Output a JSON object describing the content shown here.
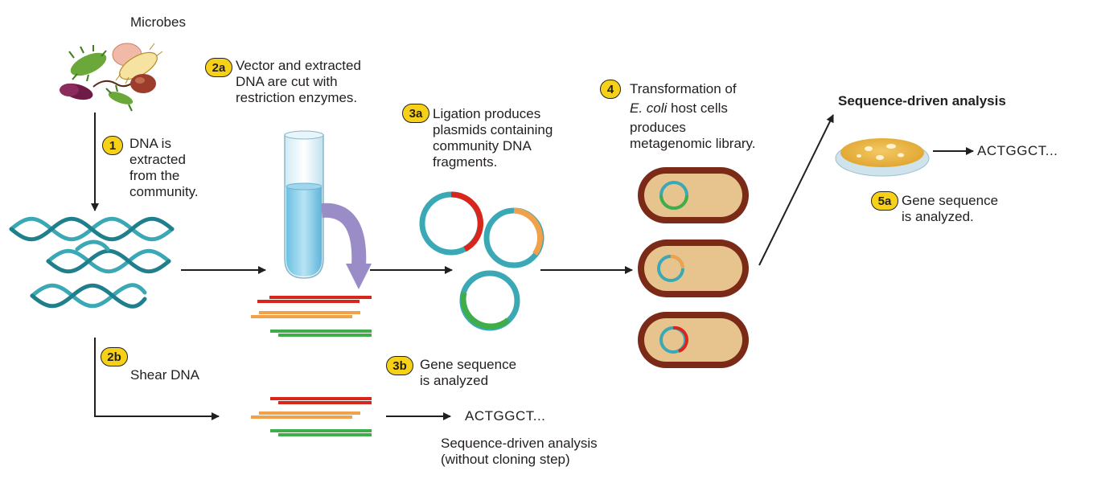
{
  "labels": {
    "microbes": "Microbes",
    "step1": "DNA is\nextracted\nfrom the\ncommunity.",
    "step2a": "Vector and extracted\nDNA are cut with\nrestriction enzymes.",
    "step2b": "Shear DNA",
    "step3a": "Ligation produces\nplasmids containing\ncommunity DNA\nfragments.",
    "step3b": "Gene sequence\nis analyzed",
    "step4_line1_em": "E. coli",
    "step4_line1_rest": " host cells",
    "step4_title": "Transformation of",
    "step4_rest": "produces\nmetagenomic library.",
    "heading_right": "Sequence-driven analysis",
    "sequence_right": "ACTGGCT...",
    "step5a": "Gene sequence\nis analyzed.",
    "sequence_bottom": "ACTGGCT...",
    "bottom_caption": "Sequence-driven analysis\n(without cloning step)"
  },
  "badges": {
    "b1": "1",
    "b2a": "2a",
    "b2b": "2b",
    "b3a": "3a",
    "b3b": "3b",
    "b4": "4",
    "b5a": "5a"
  },
  "colors": {
    "badge": "#f7d117",
    "dna_teal": "#3aa9b5",
    "cell_brown": "#7a2a16",
    "cell_fill": "#e7c48d",
    "fragment_red": "#d9261c",
    "fragment_orange": "#f0a14a",
    "fragment_green": "#3fae49",
    "arrow": "#231f20",
    "petri_agar": "#e9b13a"
  }
}
